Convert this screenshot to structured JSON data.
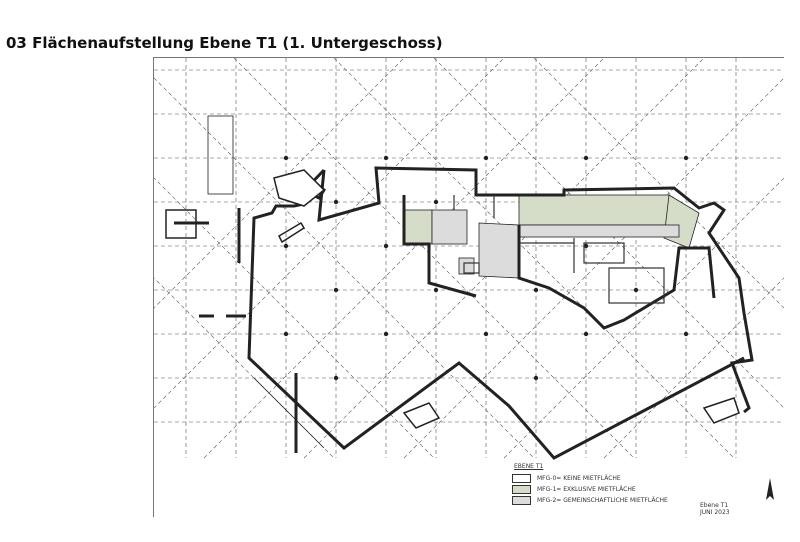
{
  "title": "03 Flächenaufstellung Ebene T1 (1. Untergeschoss)",
  "legend": {
    "heading": "EBENE T1",
    "items": [
      {
        "label": "MFG-0= KEINE MIETFLÄCHE",
        "color": "#ffffff"
      },
      {
        "label": "MFG-1= EXKLUSIVE MIETFLÄCHE",
        "color": "#d5dcc8"
      },
      {
        "label": "MFG-2= GEMEINSCHAFTLICHE MIETFLÄCHE",
        "color": "#dcdcdc"
      }
    ]
  },
  "level_label": {
    "name": "Ebene T1",
    "date": "JUNI 2023"
  },
  "colors": {
    "wall": "#222222",
    "grid": "#555555",
    "exclusive": "#d5dcc8",
    "common": "#dcdcdc"
  }
}
